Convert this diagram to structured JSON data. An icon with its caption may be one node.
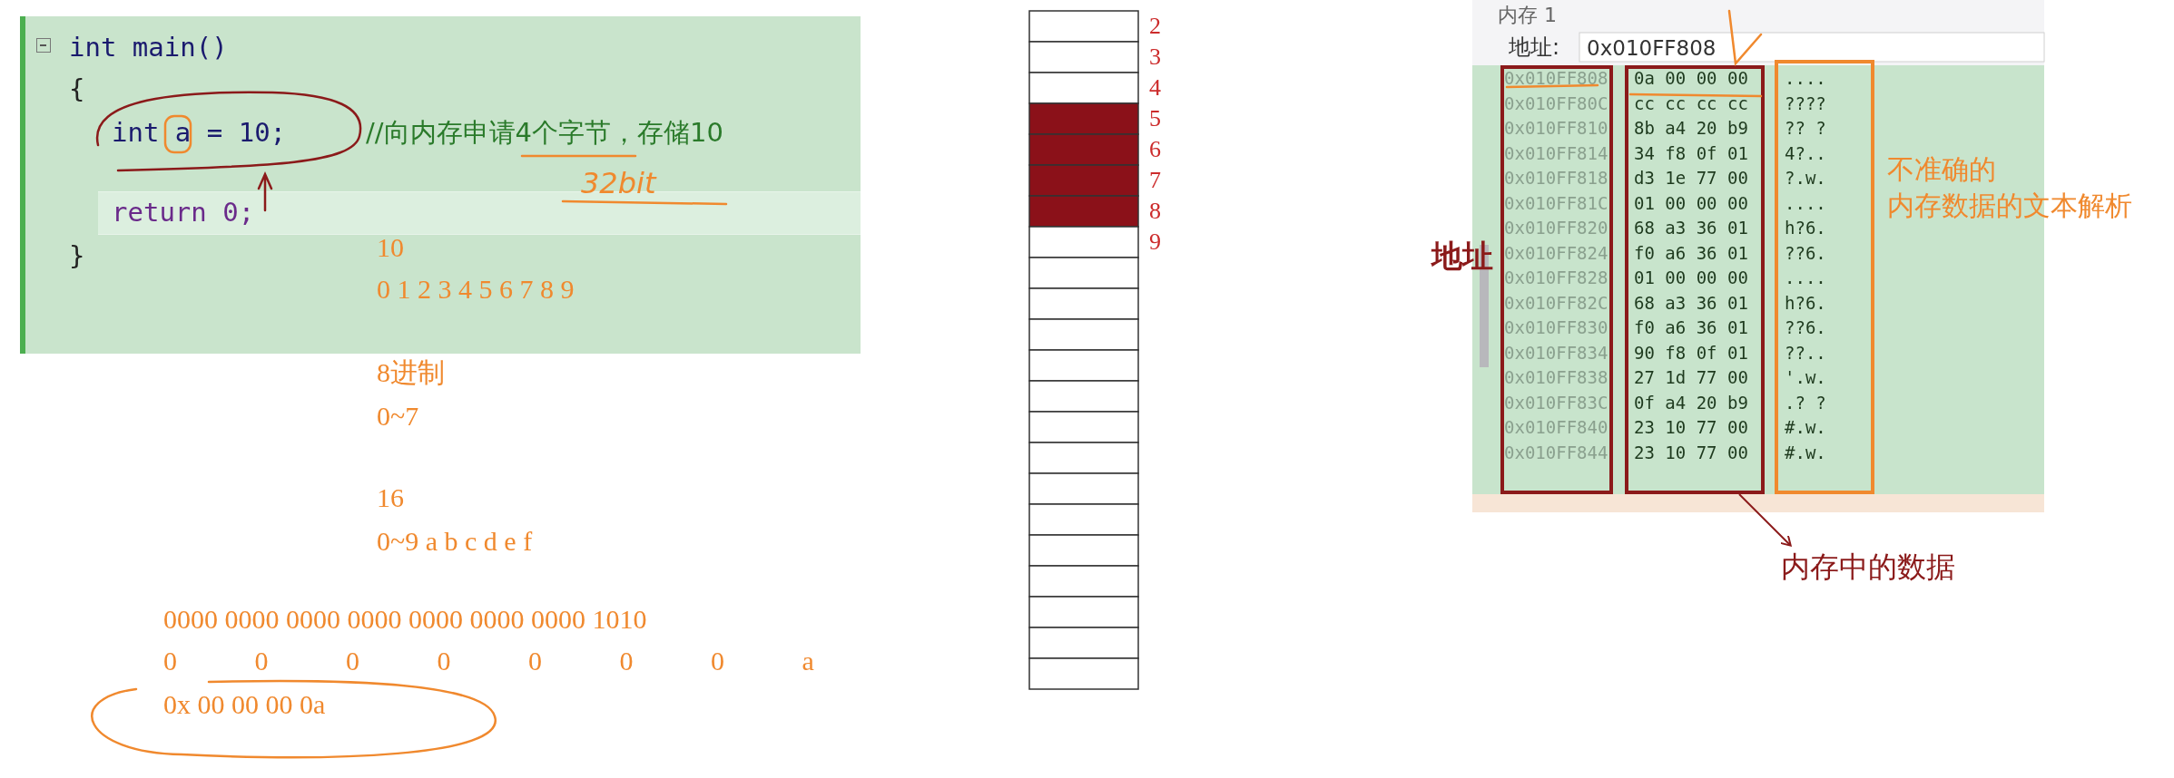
{
  "diagram": {
    "nodes": [
      {
        "text": [
          "int main()",
          "{",
          "int a = 10;",
          "//向内存申请4个字节，存储10",
          "return 0;",
          "}"
        ]
      },
      {
        "text": [
          "地址"
        ]
      },
      {
        "text": [],
        "shape": "box"
      },
      {
        "text": [
          "内存中的数据"
        ]
      },
      {
        "text": [],
        "shape": "box",
        "beside": [
          "不准确的",
          "内存数据的文本解析"
        ]
      }
    ],
    "edges": [
      {
        "from": 2,
        "to": 3,
        "arrow": "to"
      }
    ],
    "labels": [
      "32bit",
      "10",
      "0 1 2 3 4 5 6 7 8 9",
      "8进制",
      "0~7",
      "16",
      "0~9 a b c d e f",
      "0000 0000 0000 0000 0000 0000 0000 1010",
      "0 0 0 0 0 0 0 a",
      "0x 00 00 00 0a",
      "2",
      "3",
      "4",
      "5",
      "6",
      "7",
      "8",
      "9",
      "内存 1",
      "地址:",
      "0x010FF808",
      "0x010FF808",
      "0a 00 00 00",
      "....",
      "0x010FF80C",
      "cc cc cc cc",
      "????",
      "0x010FF810",
      "8b a4 20 b9",
      "?? ?",
      "0x010FF814",
      "34 f8 0f 01",
      "4?..",
      "0x010FF818",
      "d3 1e 77 00",
      "?.w.",
      "0x010FF81C",
      "01 00 00 00",
      "....",
      "0x010FF820",
      "68 a3 36 01",
      "h?6.",
      "0x010FF824",
      "f0 a6 36 01",
      "??6.",
      "0x010FF828",
      "01 00 00 00",
      "....",
      "0x010FF82C",
      "68 a3 36 01",
      "h?6.",
      "0x010FF830",
      "f0 a6 36 01",
      "??6.",
      "0x010FF834",
      "90 f8 0f 01",
      "??..",
      "0x010FF838",
      "27 1d 77 00",
      "'.w.",
      "0x010FF83C",
      "0f a4 20 b9",
      ".? ?",
      "0x010FF840",
      "23 10 77 00",
      "#.w.",
      "0x010FF844",
      "23 10 77 00",
      "#.w."
    ]
  }
}
